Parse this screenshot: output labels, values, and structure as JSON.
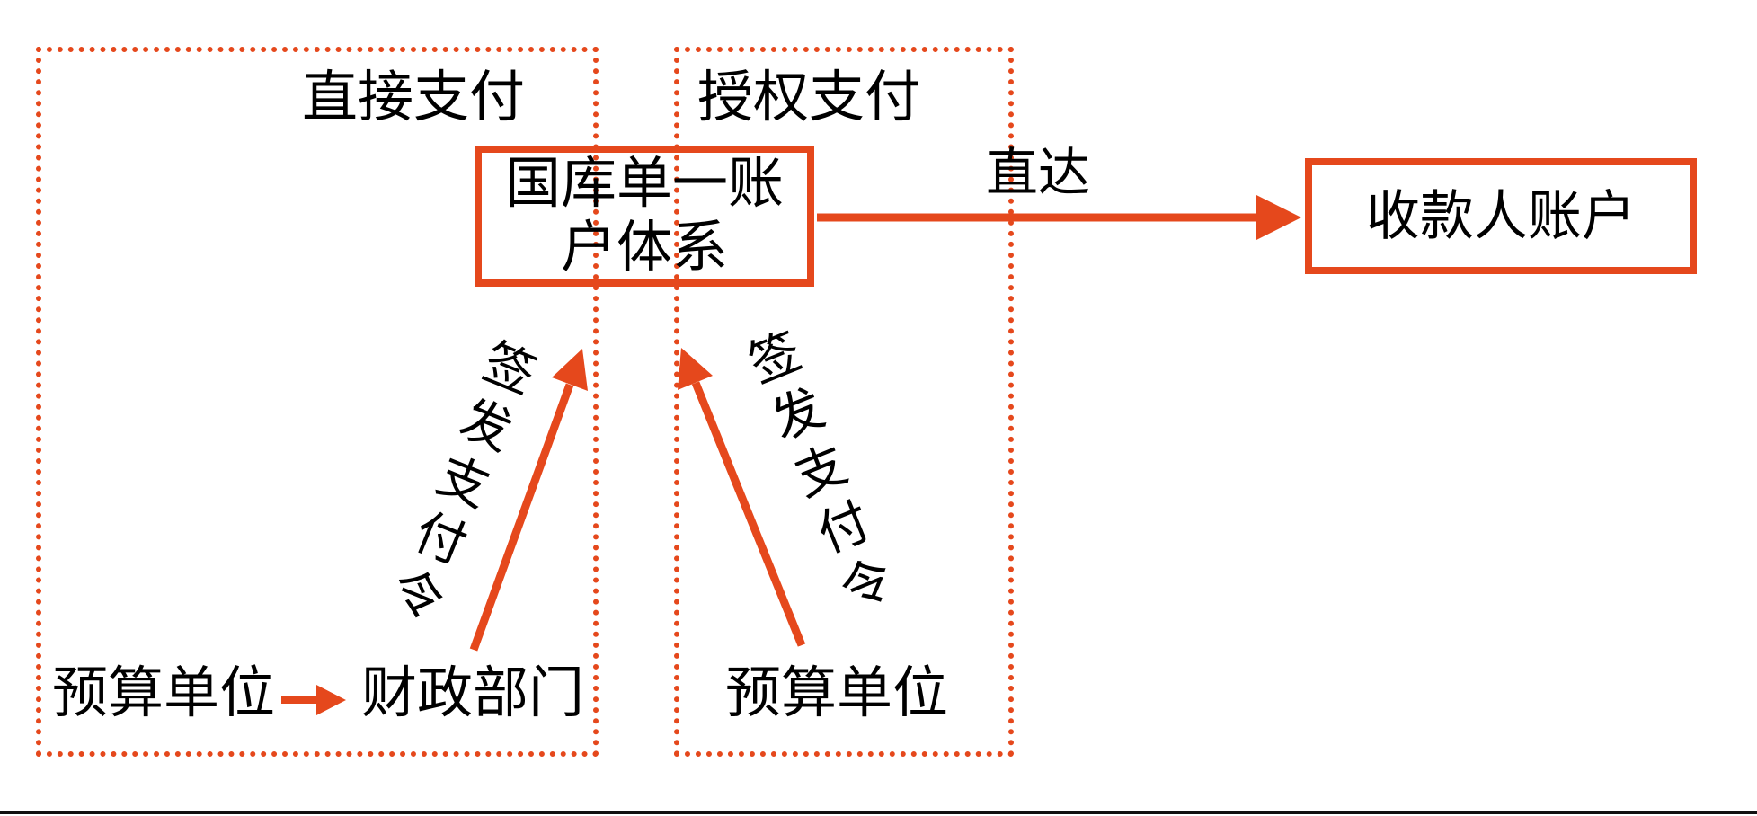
{
  "colors": {
    "accent": "#E5481C",
    "ink": "#000000"
  },
  "diagram": {
    "left_zone": {
      "label": "直接支付"
    },
    "right_zone": {
      "label": "授权支付"
    },
    "treasury_box": {
      "line1": "国库单一账",
      "line2": "户体系"
    },
    "payee_box": {
      "label": "收款人账户"
    },
    "direct_arrow_label": "直达",
    "left_issue_label": "签发支付令",
    "right_issue_label": "签发支付令",
    "left_budget_unit": "预算单位",
    "finance_dept": "财政部门",
    "right_budget_unit": "预算单位"
  }
}
